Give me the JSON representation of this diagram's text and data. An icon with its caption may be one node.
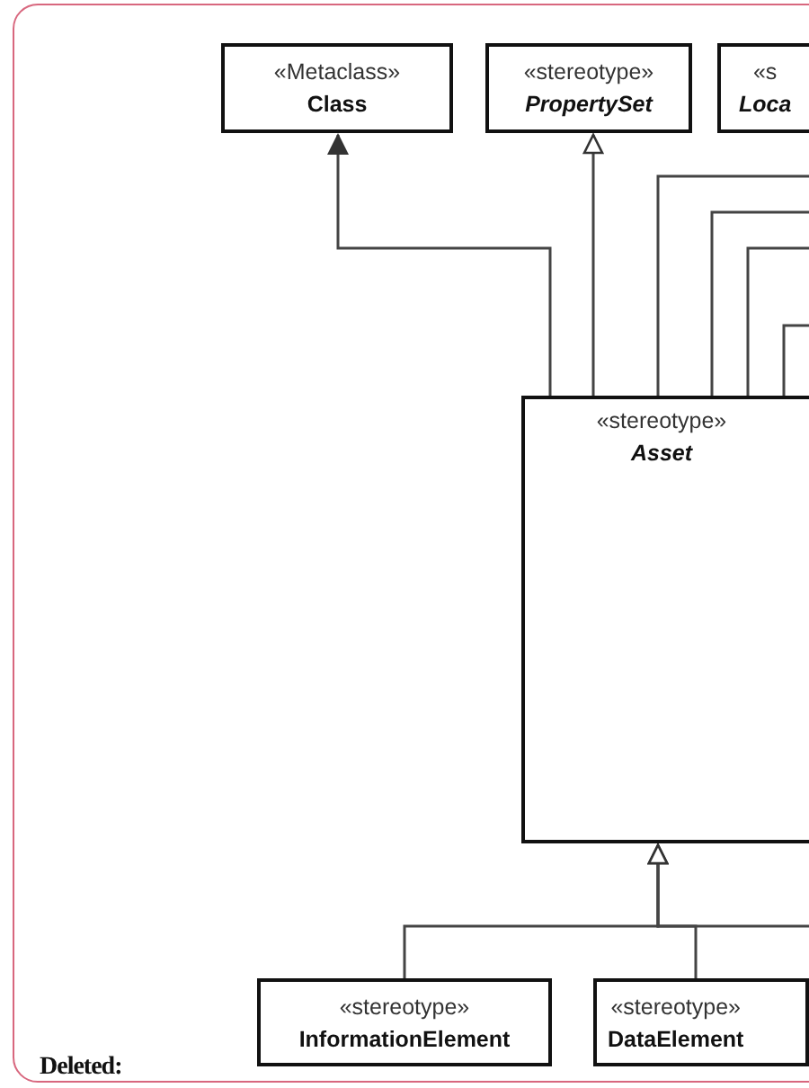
{
  "diagram": {
    "nodes": [
      {
        "text": [
          "«Metaclass»",
          "Class"
        ]
      },
      {
        "text": [
          "«stereotype»",
          "PropertySet"
        ]
      },
      {
        "text": [
          "«s",
          "Loca"
        ]
      },
      {
        "text": [
          "«stereotype»",
          "Asset"
        ]
      },
      {
        "text": [
          "«stereotype»",
          "InformationElement"
        ]
      },
      {
        "text": [
          "«stereotype»",
          "DataElement"
        ]
      }
    ],
    "edges": [
      {
        "from": 3,
        "to": 0,
        "arrow": "to"
      },
      {
        "from": 3,
        "to": 1,
        "arrow": "to"
      },
      {
        "from": 3,
        "to": null,
        "arrow": "none"
      },
      {
        "from": 3,
        "to": null,
        "arrow": "none"
      },
      {
        "from": 3,
        "to": null,
        "arrow": "none"
      },
      {
        "from": 3,
        "to": null,
        "arrow": "none"
      },
      {
        "from": 4,
        "to": 3,
        "arrow": "to"
      },
      {
        "from": 5,
        "to": 3,
        "arrow": "to"
      },
      {
        "from": null,
        "to": 3,
        "arrow": "to"
      }
    ],
    "labels": [
      "Deleted:"
    ]
  }
}
